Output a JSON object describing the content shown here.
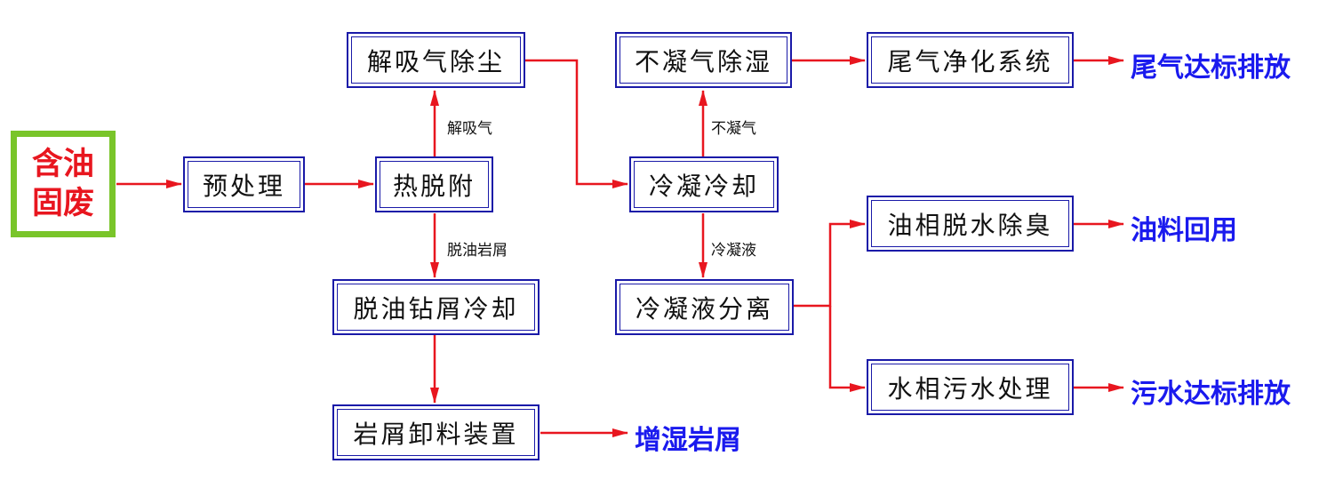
{
  "source": "含油固废",
  "boxes": {
    "pretreat": "预处理",
    "thermal": "热脱附",
    "desorb_dust": "解吸气除尘",
    "deoil_cool": "脱油钻屑冷却",
    "unloader": "岩屑卸料装置",
    "condense": "冷凝冷却",
    "noncond_dehum": "不凝气除湿",
    "liquid_sep": "冷凝液分离",
    "tail_purify": "尾气净化系统",
    "oil_dewater": "油相脱水除臭",
    "water_treat": "水相污水处理"
  },
  "labels": {
    "desorb_gas": "解吸气",
    "deoil_cuttings": "脱油岩屑",
    "noncond_gas": "不凝气",
    "condensate": "冷凝液"
  },
  "outputs": {
    "tail_gas": "尾气达标排放",
    "oil_reuse": "油料回用",
    "wet_cuttings": "增湿岩屑",
    "wastewater": "污水达标排放"
  },
  "colors": {
    "arrow": "#e8161f",
    "box_border": "#1a1aa8",
    "source_frame": "#79c52a",
    "output_text": "#1a1aee"
  }
}
